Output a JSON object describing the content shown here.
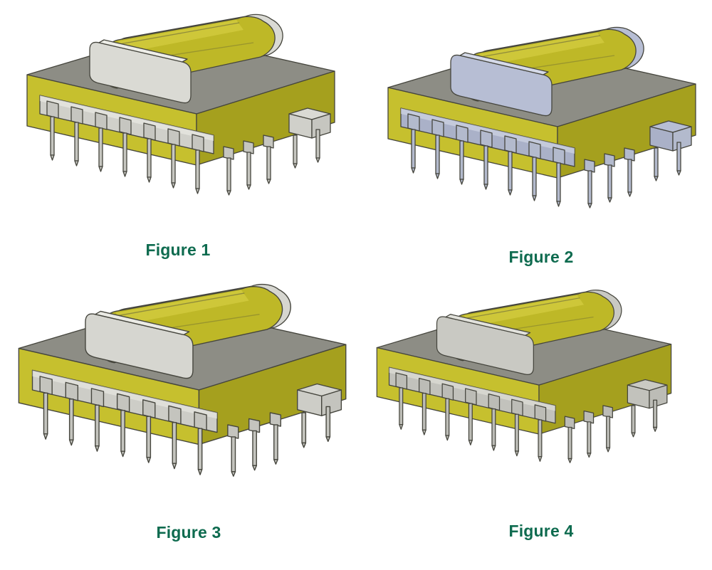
{
  "page": {
    "background": "#ffffff",
    "title": "Transformer assembly figures"
  },
  "caption_color": "#0e6b4f",
  "figures": [
    {
      "label": "Figure 1",
      "description": "Isometric CAD view of transformer with light gray bobbin, yellow core and coil, pins pointing down",
      "colors": {
        "core_top": "#8d8d85",
        "core_front": "#c6c02e",
        "core_side": "#a5a01e",
        "coil": "#beb827",
        "coil_light": "#cfc93c",
        "flange": "#dadad4",
        "flange_edge": "#eeeee8",
        "bobbin": "#d0d0ca",
        "pin": "#c6c6c0",
        "outline": "#45453d"
      }
    },
    {
      "label": "Figure 2",
      "description": "Isometric CAD view of transformer with blue-gray bobbin, yellow core and coil, pins pointing down",
      "colors": {
        "core_top": "#8d8d85",
        "core_front": "#c6c02e",
        "core_side": "#a5a01e",
        "coil": "#beb827",
        "coil_light": "#cfc93c",
        "flange": "#b7bed4",
        "flange_edge": "#d5dae8",
        "bobbin": "#aab1c8",
        "pin": "#b3bacd",
        "outline": "#45453d"
      }
    },
    {
      "label": "Figure 3",
      "description": "Isometric CAD view of transformer with light gray bobbin and rounded coil, long pins pointing down",
      "colors": {
        "core_top": "#8d8d85",
        "core_front": "#c6c02e",
        "core_side": "#a5a01e",
        "coil": "#beb827",
        "coil_light": "#cfc93c",
        "flange": "#d6d6d0",
        "flange_edge": "#ebebE5",
        "bobbin": "#cdcdc7",
        "pin": "#c4c4be",
        "outline": "#45453d"
      }
    },
    {
      "label": "Figure 4",
      "description": "Isometric CAD view of transformer with gray bobbin and rounded coil, pins pointing down",
      "colors": {
        "core_top": "#8d8d85",
        "core_front": "#c6c02e",
        "core_side": "#a5a01e",
        "coil": "#beb827",
        "coil_light": "#cfc93c",
        "flange": "#c9c9c3",
        "flange_edge": "#e2e2dc",
        "bobbin": "#c2c2bc",
        "pin": "#bcbcb6",
        "outline": "#45453d"
      }
    }
  ]
}
